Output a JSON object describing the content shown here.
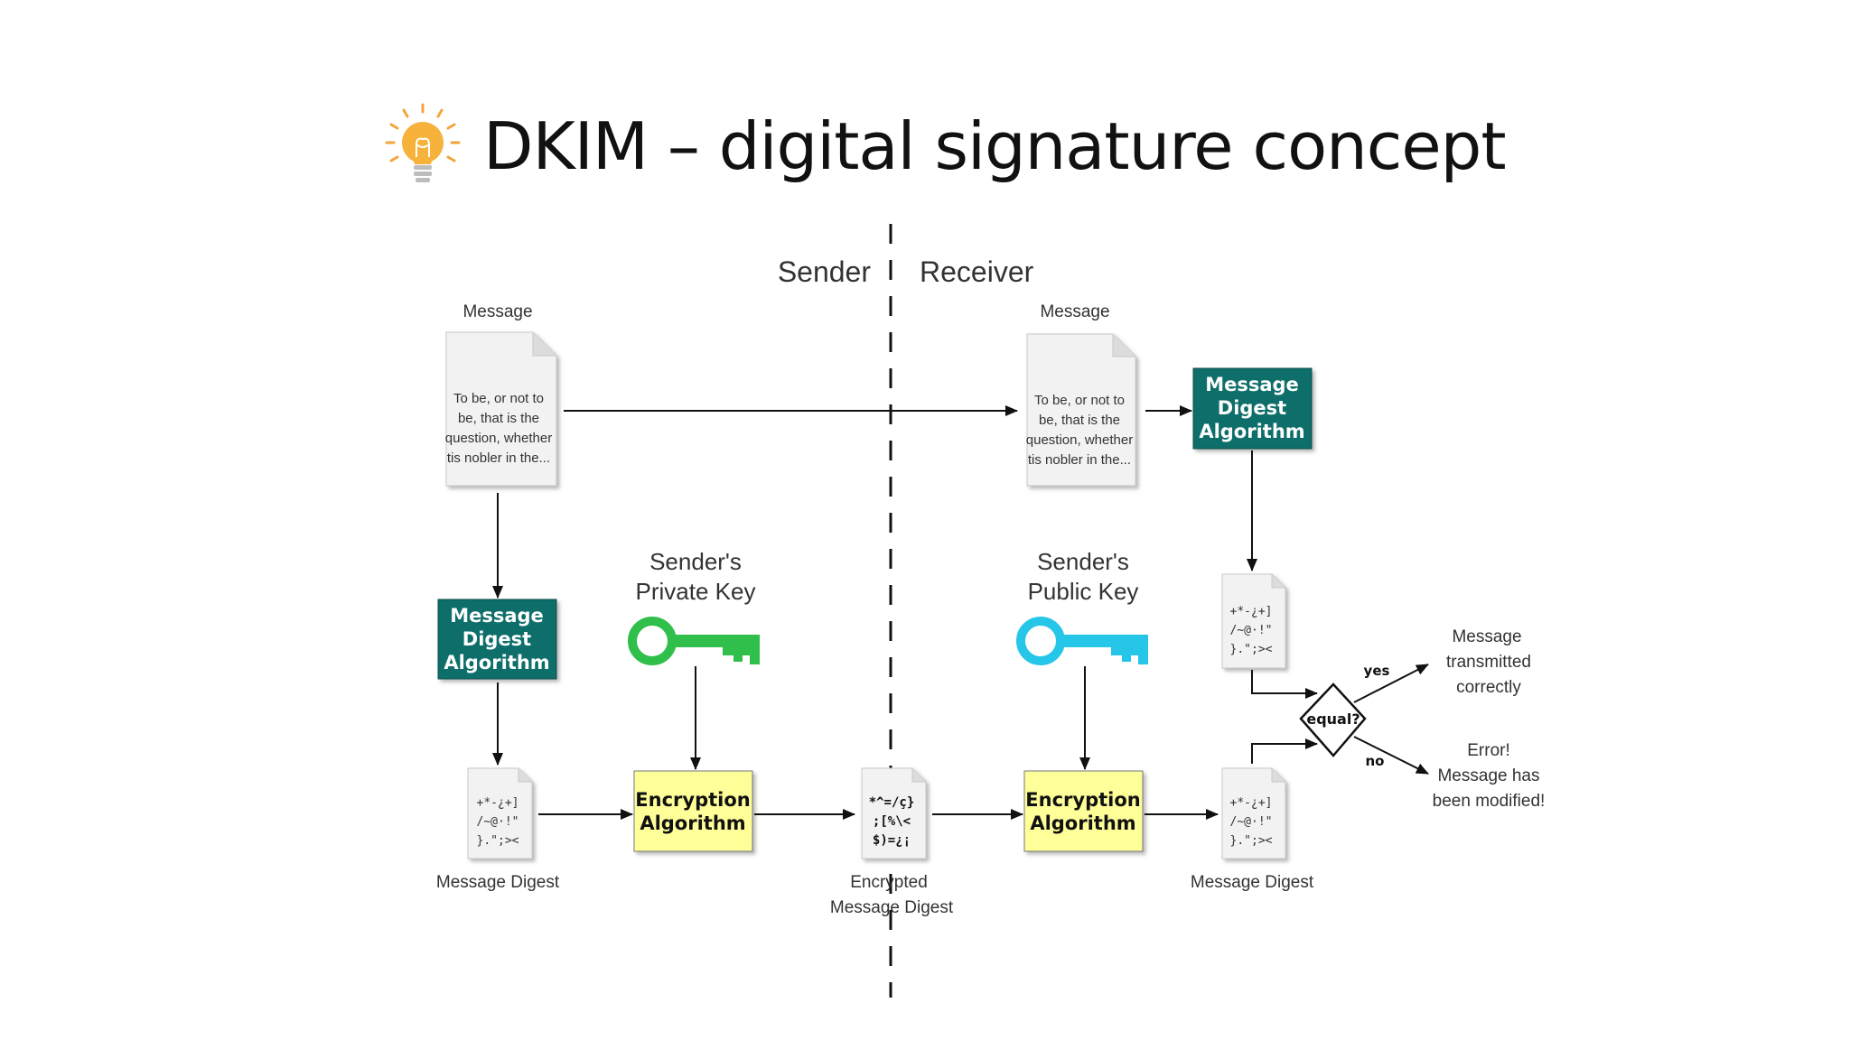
{
  "title": "DKIM – digital signature concept",
  "sides": {
    "sender": "Sender",
    "receiver": "Receiver"
  },
  "sender": {
    "message_label": "Message",
    "message_text": [
      "To be, or not to",
      "be, that is the",
      "question, whether",
      "tis nobler in the..."
    ],
    "digest_algorithm": [
      "Message",
      "Digest",
      "Algorithm"
    ],
    "key_label": [
      "Sender's",
      "Private Key"
    ],
    "encryption": [
      "Encryption",
      "Algorithm"
    ],
    "digest_label": "Message Digest",
    "digest_symbols": [
      "+*-¿+]",
      "/~@·!\"",
      "}.\";><"
    ]
  },
  "transit": {
    "label": [
      "Encrypted",
      "Message Digest"
    ],
    "symbols": [
      "*^=/ç}",
      ";[%\\<",
      "$)=¿¡"
    ]
  },
  "receiver": {
    "message_label": "Message",
    "message_text": [
      "To be, or not to",
      "be, that is the",
      "question, whether",
      "tis nobler in the..."
    ],
    "digest_algorithm": [
      "Message",
      "Digest",
      "Algorithm"
    ],
    "key_label": [
      "Sender's",
      "Public Key"
    ],
    "encryption": [
      "Encryption",
      "Algorithm"
    ],
    "digest_label": "Message Digest",
    "digest_symbols": [
      "+*-¿+]",
      "/~@·!\"",
      "}.\";><"
    ],
    "computed_symbols": [
      "+*-¿+]",
      "/~@·!\"",
      "}.\";><"
    ],
    "compare": "equal?",
    "yes_label": "yes",
    "no_label": "no",
    "success": [
      "Message",
      "transmitted",
      "correctly"
    ],
    "error": [
      "Error!",
      "Message has",
      "been modified!"
    ]
  },
  "colors": {
    "digest_box": "#0f6e6a",
    "encryption_box": "#ffff99",
    "private_key": "#2fbf4a",
    "public_key": "#26c6e8"
  }
}
